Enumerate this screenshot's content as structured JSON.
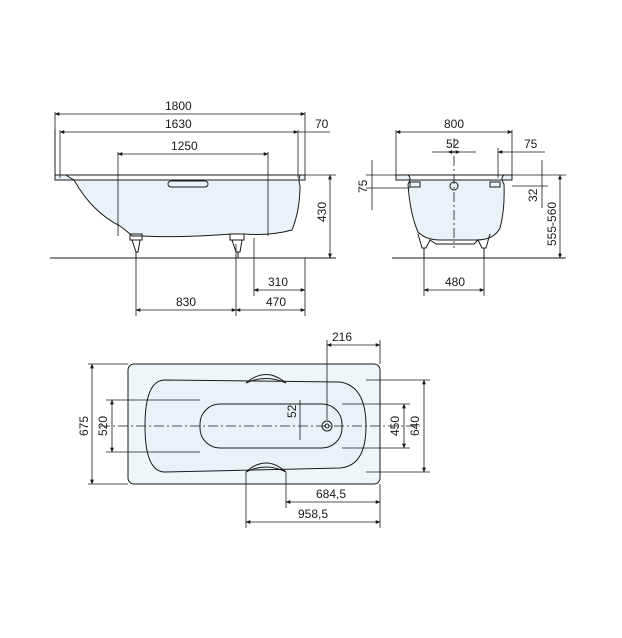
{
  "side_view": {
    "length_total": "1800",
    "length_inner": "1630",
    "rim_offset": "70",
    "bottom_length": "1250",
    "height": "430",
    "leg_distance": "830",
    "leg_offset": "470",
    "drain_offset": "310"
  },
  "end_view": {
    "width": "800",
    "drain_width": "52",
    "rim_right": "75",
    "rim_left": "75",
    "rim_thickness": "32",
    "height_range": "555-560",
    "leg_spacing": "480"
  },
  "plan_view": {
    "drain_x": "216",
    "drain_y": "52",
    "outer_width": "675",
    "inner_width": "520",
    "basin_width": "450",
    "rim_width": "640",
    "drain_to_handle": "684,5",
    "drain_to_end": "958,5"
  }
}
